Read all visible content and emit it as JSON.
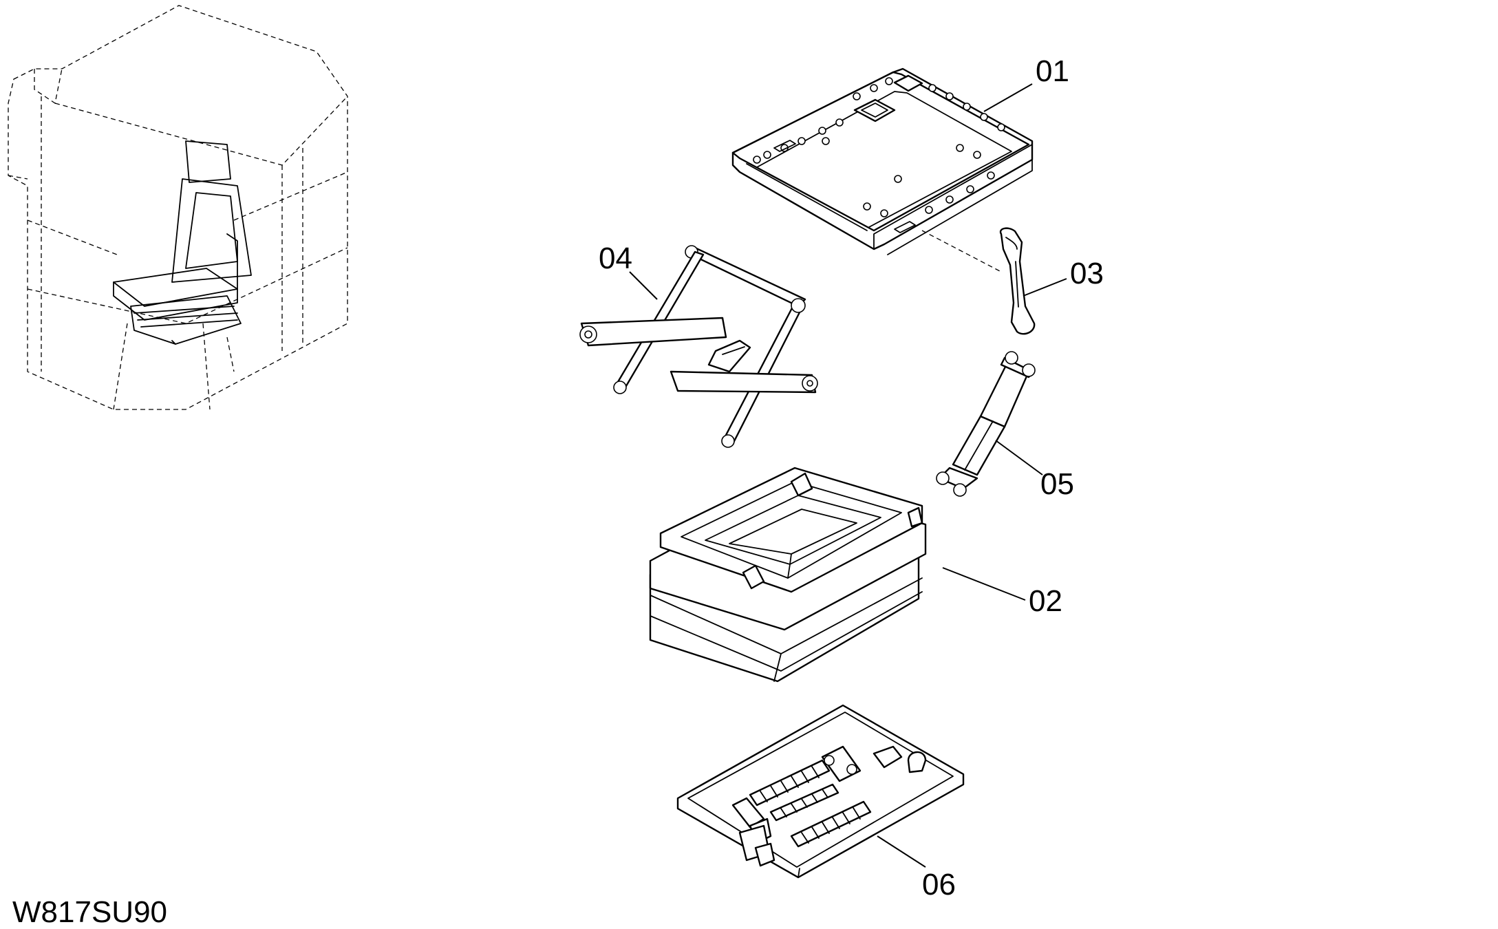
{
  "drawing_code": "W817SU90",
  "callouts": {
    "c01": "01",
    "c02": "02",
    "c03": "03",
    "c04": "04",
    "c05": "05",
    "c06": "06"
  },
  "colors": {
    "line": "#000000",
    "background": "#ffffff"
  }
}
